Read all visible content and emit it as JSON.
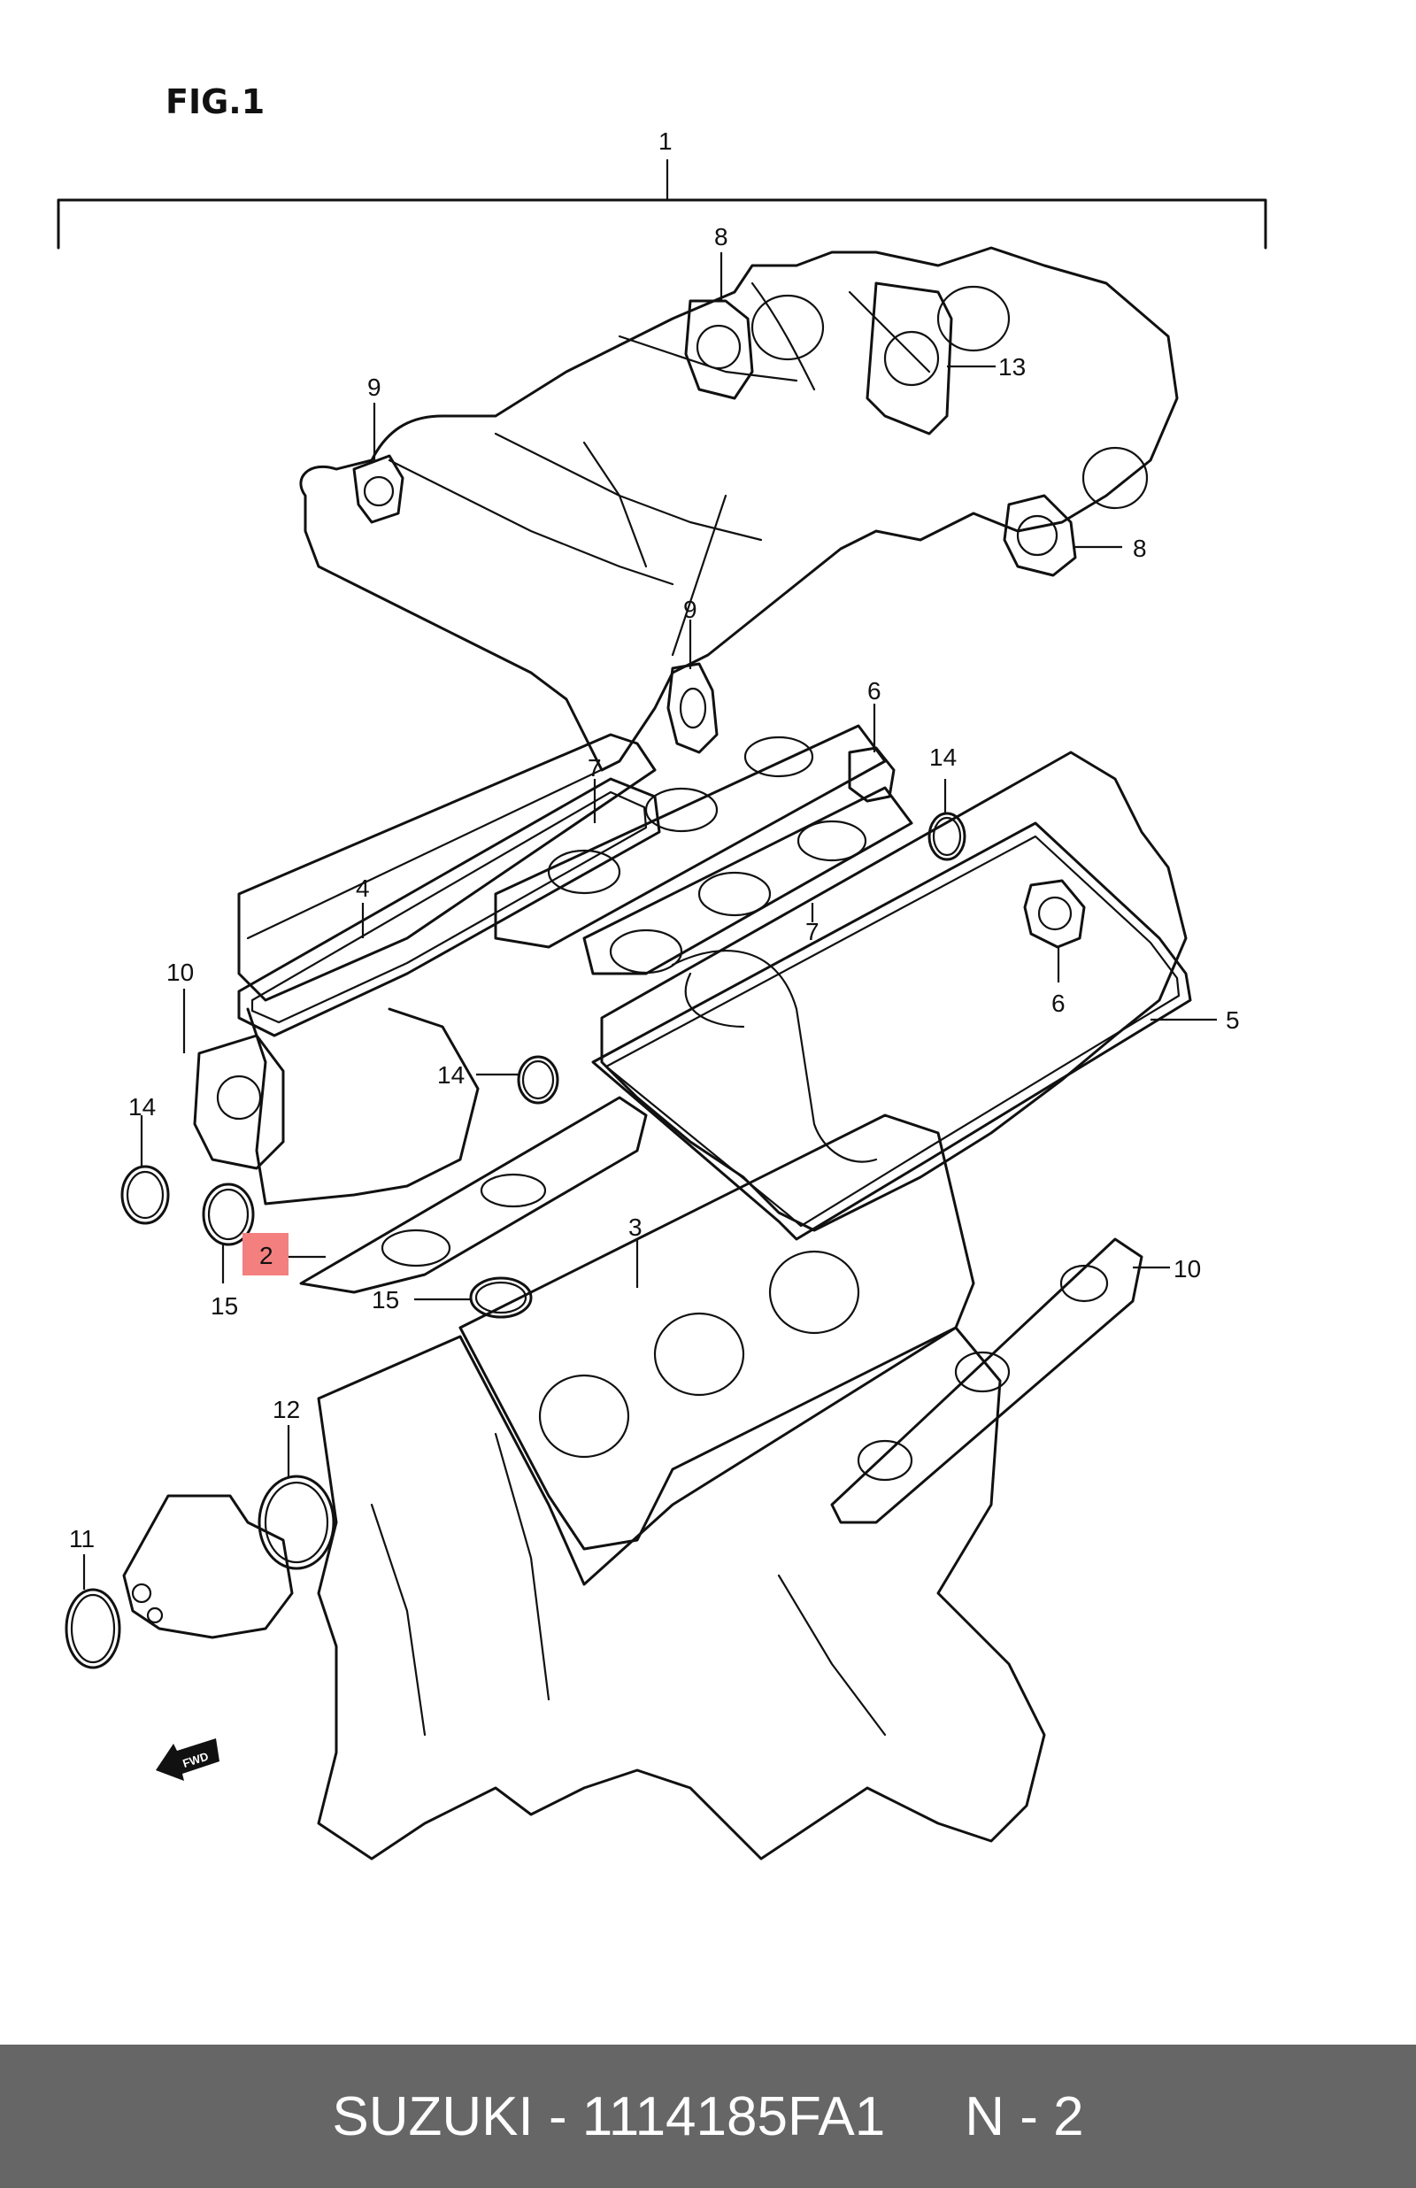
{
  "figure": {
    "title": "FIG.1",
    "fwd_label": "FWD",
    "highlight_color": "#f47f7f"
  },
  "callouts": {
    "c1": "1",
    "c2": "2",
    "c3": "3",
    "c4": "4",
    "c5": "5",
    "c6a": "6",
    "c6b": "6",
    "c7a": "7",
    "c7b": "7",
    "c8a": "8",
    "c8b": "8",
    "c9a": "9",
    "c9b": "9",
    "c10a": "10",
    "c10b": "10",
    "c11": "11",
    "c12": "12",
    "c13": "13",
    "c14a": "14",
    "c14b": "14",
    "c15a": "15",
    "c15b": "15"
  },
  "footer": {
    "brand_part": "SUZUKI - 1114185FA1",
    "position": "N - 2",
    "background": "#666666"
  }
}
